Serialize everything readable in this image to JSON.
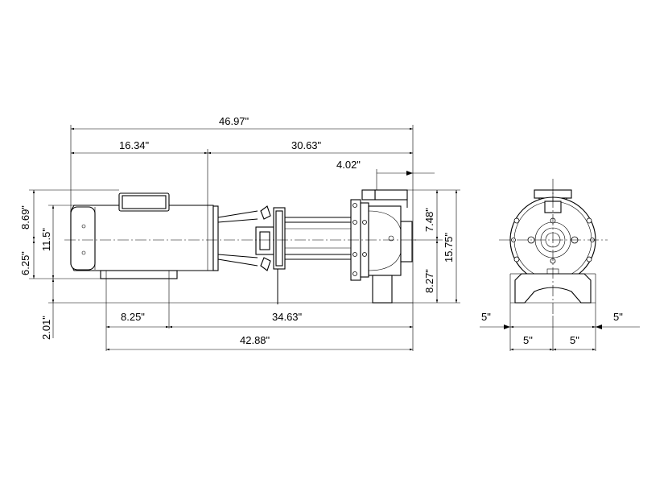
{
  "dimensions": {
    "overall_length": "46.97\"",
    "motor_length": "16.34\"",
    "pump_length": "30.63\"",
    "pump_outlet_offset": "4.02\"",
    "motor_top_to_center": "8.69\"",
    "motor_height": "11.5\"",
    "center_to_base": "6.25\"",
    "base_height": "2.01\"",
    "outlet_to_center": "7.48\"",
    "center_to_bottom": "8.27\"",
    "total_height": "15.75\"",
    "front_foot_offset": "8.25\"",
    "foot_spacing": "34.63\"",
    "foot_overall": "42.88\"",
    "end_left_outer": "5\"",
    "end_right_outer": "5\"",
    "end_left_inner": "5\"",
    "end_right_inner": "5\""
  }
}
